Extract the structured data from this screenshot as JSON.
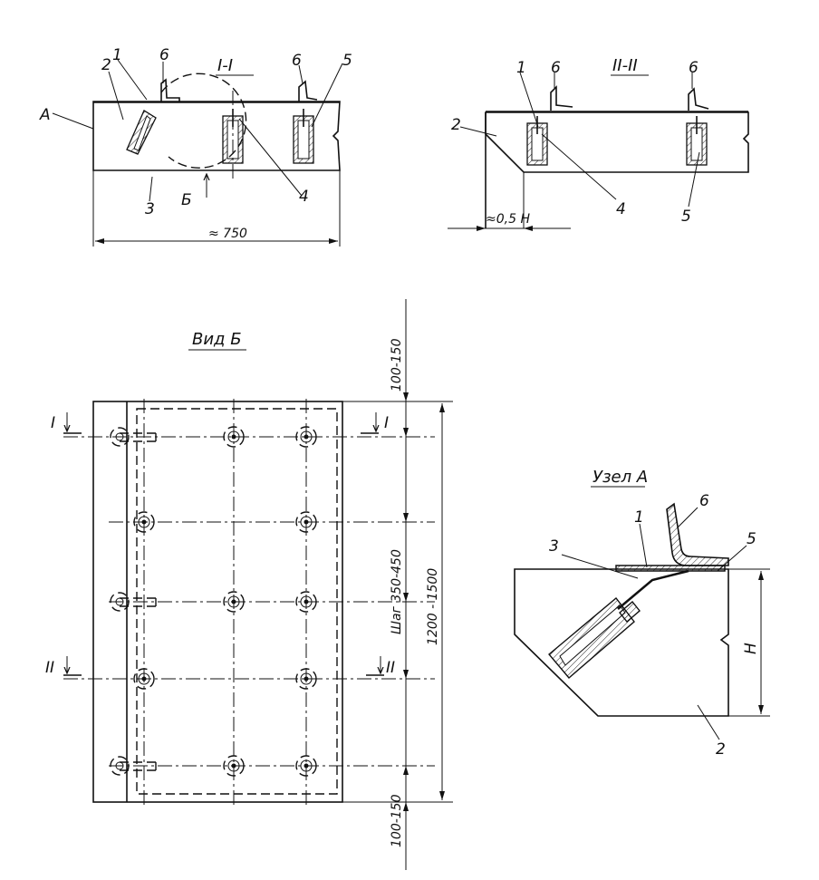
{
  "sections": {
    "section1": {
      "title": "I-I",
      "dimension": "≈ 750"
    },
    "section2": {
      "title": "II-II",
      "dimension": "≈0,5 H"
    },
    "view": {
      "title": "Вид Б",
      "dim_top": "100-150",
      "dim_pitch": "Шаг  350-450",
      "dim_total": "1200 - 1500",
      "dim_bottom": "100-150",
      "cut1": "I",
      "cut2": "II"
    },
    "node": {
      "title": "Узел А",
      "dim_h": "H"
    }
  },
  "callouts": {
    "one": "1",
    "two": "2",
    "three": "3",
    "four": "4",
    "five": "5",
    "six": "6",
    "a": "A",
    "b": "Б"
  }
}
